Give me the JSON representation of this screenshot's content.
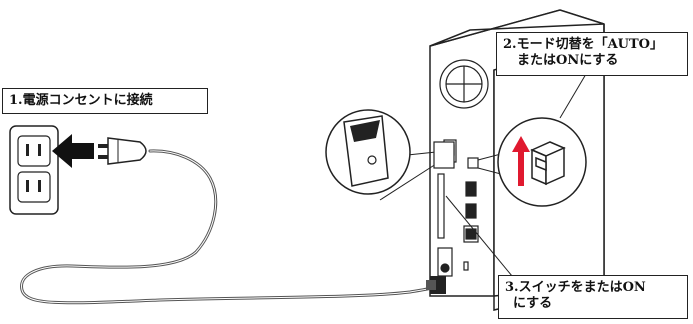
{
  "callouts": {
    "step1": "1.電源コンセントに接続",
    "step2_line1": "2.モード切替を「AUTO」",
    "step2_line2": "またはONにする",
    "step3_line1": "3.スイッチをまたはON",
    "step3_line2": "にする"
  },
  "colors": {
    "line": "#222222",
    "arrow_power": "#111111",
    "arrow_up": "#e0192f",
    "fill_light": "#ffffff",
    "fill_gray": "#d9d9d9"
  },
  "icons": [
    "power-outlet-icon",
    "plug-icon",
    "cable",
    "device-body",
    "fan-grille-icon",
    "power-switch-icon",
    "mode-switch-icon",
    "arrow-left-icon",
    "arrow-up-icon"
  ]
}
